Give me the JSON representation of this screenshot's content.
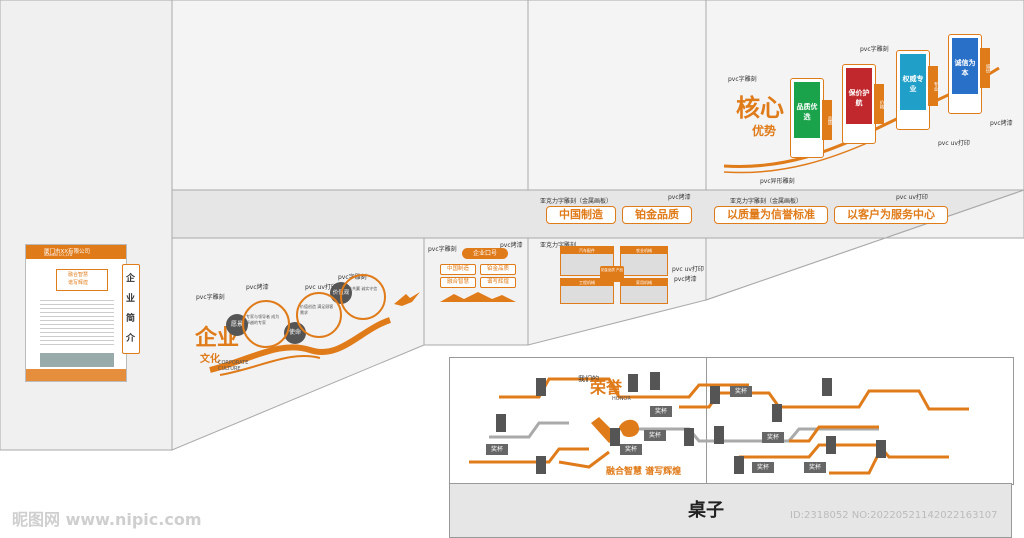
{
  "intro": {
    "company_name": "厦门市XX有限公司",
    "company_sub": "XIAMEN CO.,LTD",
    "slogan_line1": "融合智慧",
    "slogan_line2": "谱写辉煌",
    "title_chars": [
      "企",
      "业",
      "简",
      "介"
    ]
  },
  "culture": {
    "title_main": "企业",
    "title_sub": "文化",
    "title_en1": "CORPORATE",
    "title_en2": "CULTURE",
    "annot_pvc_carve": "pvc字雕刻",
    "annot_pvc_bake": "pvc烤漆",
    "annot_pvc_uv": "pvc uv打印",
    "annot_pvc_carve2": "pvc字雕刻",
    "circles": [
      "愿景",
      "使命",
      "价值观"
    ],
    "texts": [
      "专家与领导者 成为卓越的专家",
      "价值创造 满足顾客需求",
      "合作共赢 诚实守信"
    ]
  },
  "slogan_panel": {
    "annot_carve": "pvc字雕刻",
    "annot_bake": "pvc烤漆",
    "header": "企业口号",
    "items": [
      "中国制造",
      "铂金品质",
      "融合智慧",
      "谱写辉煌"
    ]
  },
  "products_panel": {
    "annot_acrylic": "亚克力字雕刻",
    "annot_uv": "pvc uv打印",
    "annot_bake": "pvc烤漆",
    "headers": [
      "汽车配件",
      "农业机械",
      "工程机械",
      "家用机械"
    ],
    "center": "铂金品质 产品"
  },
  "core": {
    "title_main": "核心",
    "title_sub": "优势",
    "annot_carve_top": "pvc字雕刻",
    "annot_carve_left": "pvc字雕刻",
    "annot_carve_bottom": "pvc异形雕刻",
    "annot_bake": "pvc烤漆",
    "annot_uv": "pvc uv打印",
    "cards": [
      {
        "title": "品质优选",
        "color": "#1aa34a",
        "tab": "品质"
      },
      {
        "title": "保价护航",
        "color": "#c0282d",
        "tab": "价格"
      },
      {
        "title": "权威专业",
        "color": "#20a0c8",
        "tab": "专业"
      },
      {
        "title": "诚信为本",
        "color": "#2870c8",
        "tab": "诚信"
      }
    ]
  },
  "band": {
    "annot_left": "亚克力字雕刻（金属画板）",
    "annot_left_bake": "pvc烤漆",
    "annot_right": "亚克力字雕刻（金属画板）",
    "annot_right_uv": "pvc uv打印",
    "pills_left": [
      "中国制造",
      "铂金品质"
    ],
    "pills_right": [
      "以质量为信誉标准",
      "以客户为服务中心"
    ]
  },
  "honor": {
    "small_label": "我们的",
    "title": "荣誉",
    "en": "HONOR",
    "slogan": "融合智慧 谱写辉煌",
    "trophy_labels": [
      "奖杯",
      "奖杯",
      "奖杯",
      "奖杯",
      "奖杯",
      "奖杯",
      "奖杯",
      "奖杯"
    ],
    "desk": "桌子"
  },
  "watermark": {
    "left": "昵图网 www.nipic.com",
    "right": "ID:2318052 NO:20220521142022163107"
  },
  "colors": {
    "accent": "#e07b1a",
    "gray": "#666666",
    "wall": "#f3f3f3"
  }
}
